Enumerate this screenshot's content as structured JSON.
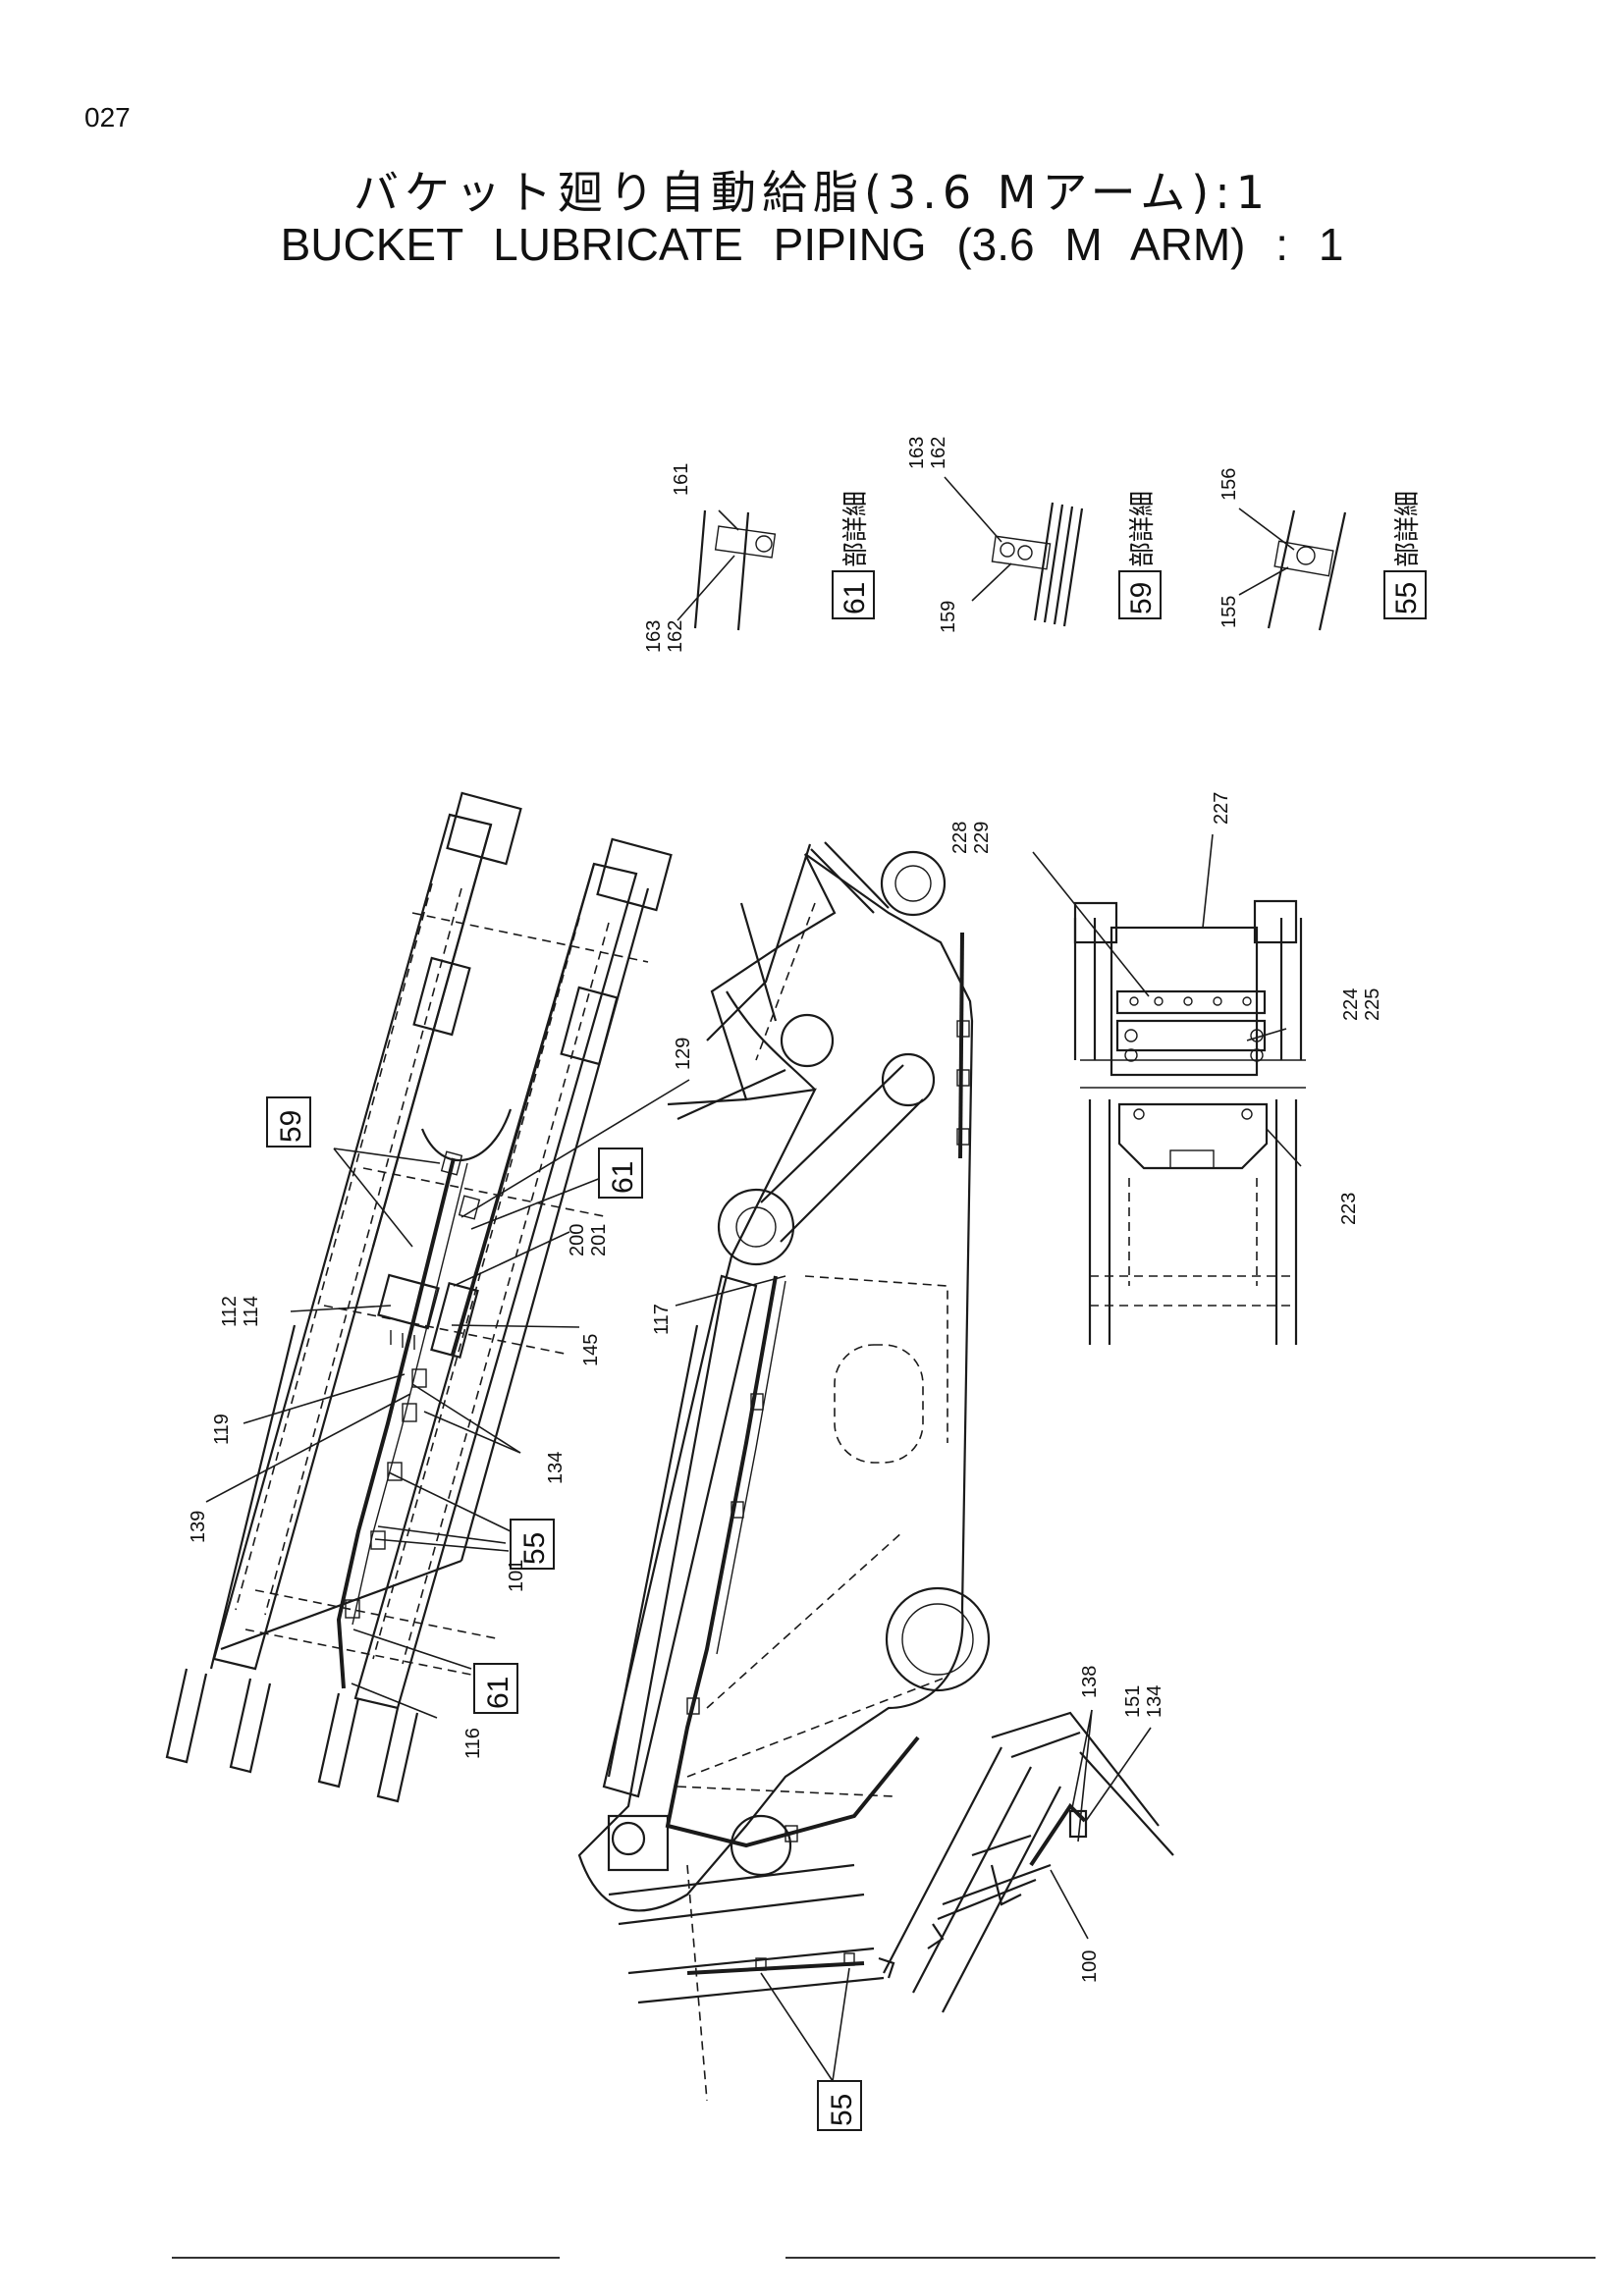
{
  "page_number": "027",
  "title_jp": "バケット廻り自動給脂(3.6 Mアーム):1",
  "title_en": "BUCKET LUBRICATE PIPING (3.6 M ARM) : 1",
  "details": {
    "d61": {
      "ref": "61",
      "text": "部詳細",
      "labels": [
        "161",
        "163",
        "162"
      ]
    },
    "d59": {
      "ref": "59",
      "text": "部詳細",
      "labels": [
        "163",
        "162",
        "159"
      ]
    },
    "d55": {
      "ref": "55",
      "text": "部詳細",
      "labels": [
        "156",
        "155"
      ]
    }
  },
  "refs": {
    "r59": "59",
    "r61_top": "61",
    "r55_mid": "55",
    "r61_bot": "61",
    "r55_bottom": "55"
  },
  "parts": {
    "p129": "129",
    "p200": "200",
    "p201": "201",
    "p112": "112",
    "p114": "114",
    "p145": "145",
    "p119": "119",
    "p134a": "134",
    "p139": "139",
    "p101": "101",
    "p116": "116",
    "p117": "117",
    "p228": "228",
    "p229": "229",
    "p227": "227",
    "p224": "224",
    "p225": "225",
    "p223": "223",
    "p138": "138",
    "p151": "151",
    "p134b": "134",
    "p100": "100"
  }
}
